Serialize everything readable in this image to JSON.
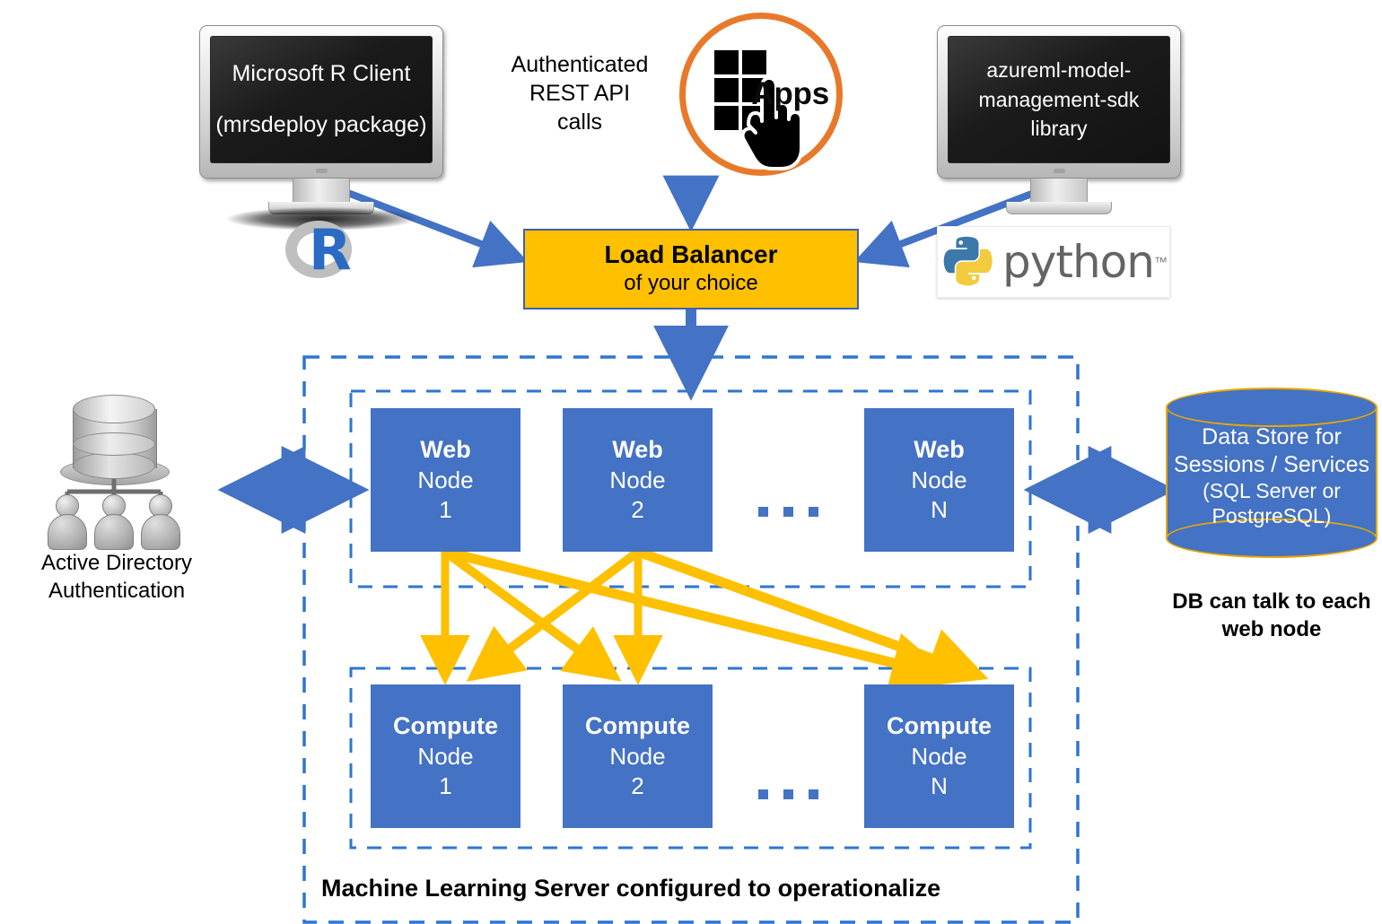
{
  "diagram": {
    "title": "Machine Learning Server configured to operationalize",
    "colors": {
      "node_blue": "#4472C4",
      "load_balancer_yellow": "#FFC000",
      "arrow_blue": "#4472C4",
      "arrow_gold": "#FFC000",
      "apps_circle_orange": "#E8792A",
      "datastore_outline": "#E8A800",
      "dashed_zone": "#2E75D4"
    }
  },
  "clients": {
    "r_client": {
      "line1": "Microsoft R Client",
      "line2": "(mrsdeploy package)",
      "logo": "r-logo"
    },
    "python_client": {
      "line1": "azureml-model-",
      "line2": "management-sdk",
      "line3": "library",
      "logo_word": "python",
      "logo_tm": "™"
    },
    "apps": {
      "label": "Apps",
      "icon": "apps-grid-hand-icon"
    },
    "rest_api_label": {
      "line1": "Authenticated",
      "line2": "REST API",
      "line3": "calls"
    }
  },
  "load_balancer": {
    "title": "Load Balancer",
    "subtitle": "of your choice"
  },
  "web_tier": {
    "nodes": [
      {
        "title": "Web",
        "sub": "Node",
        "index": "1"
      },
      {
        "title": "Web",
        "sub": "Node",
        "index": "2"
      },
      {
        "title": "Web",
        "sub": "Node",
        "index": "N"
      }
    ],
    "ellipsis": "..."
  },
  "compute_tier": {
    "nodes": [
      {
        "title": "Compute",
        "sub": "Node",
        "index": "1"
      },
      {
        "title": "Compute",
        "sub": "Node",
        "index": "2"
      },
      {
        "title": "Compute",
        "sub": "Node",
        "index": "N"
      }
    ],
    "ellipsis": "..."
  },
  "active_directory": {
    "line1": "Active Directory",
    "line2": "Authentication",
    "icon": "active-directory-users-icon"
  },
  "data_store": {
    "line1": "Data Store for",
    "line2": "Sessions / Services",
    "line3": "(SQL Server or",
    "line4": "PostgreSQL)",
    "caption_line1": "DB can talk to each",
    "caption_line2": "web node"
  }
}
